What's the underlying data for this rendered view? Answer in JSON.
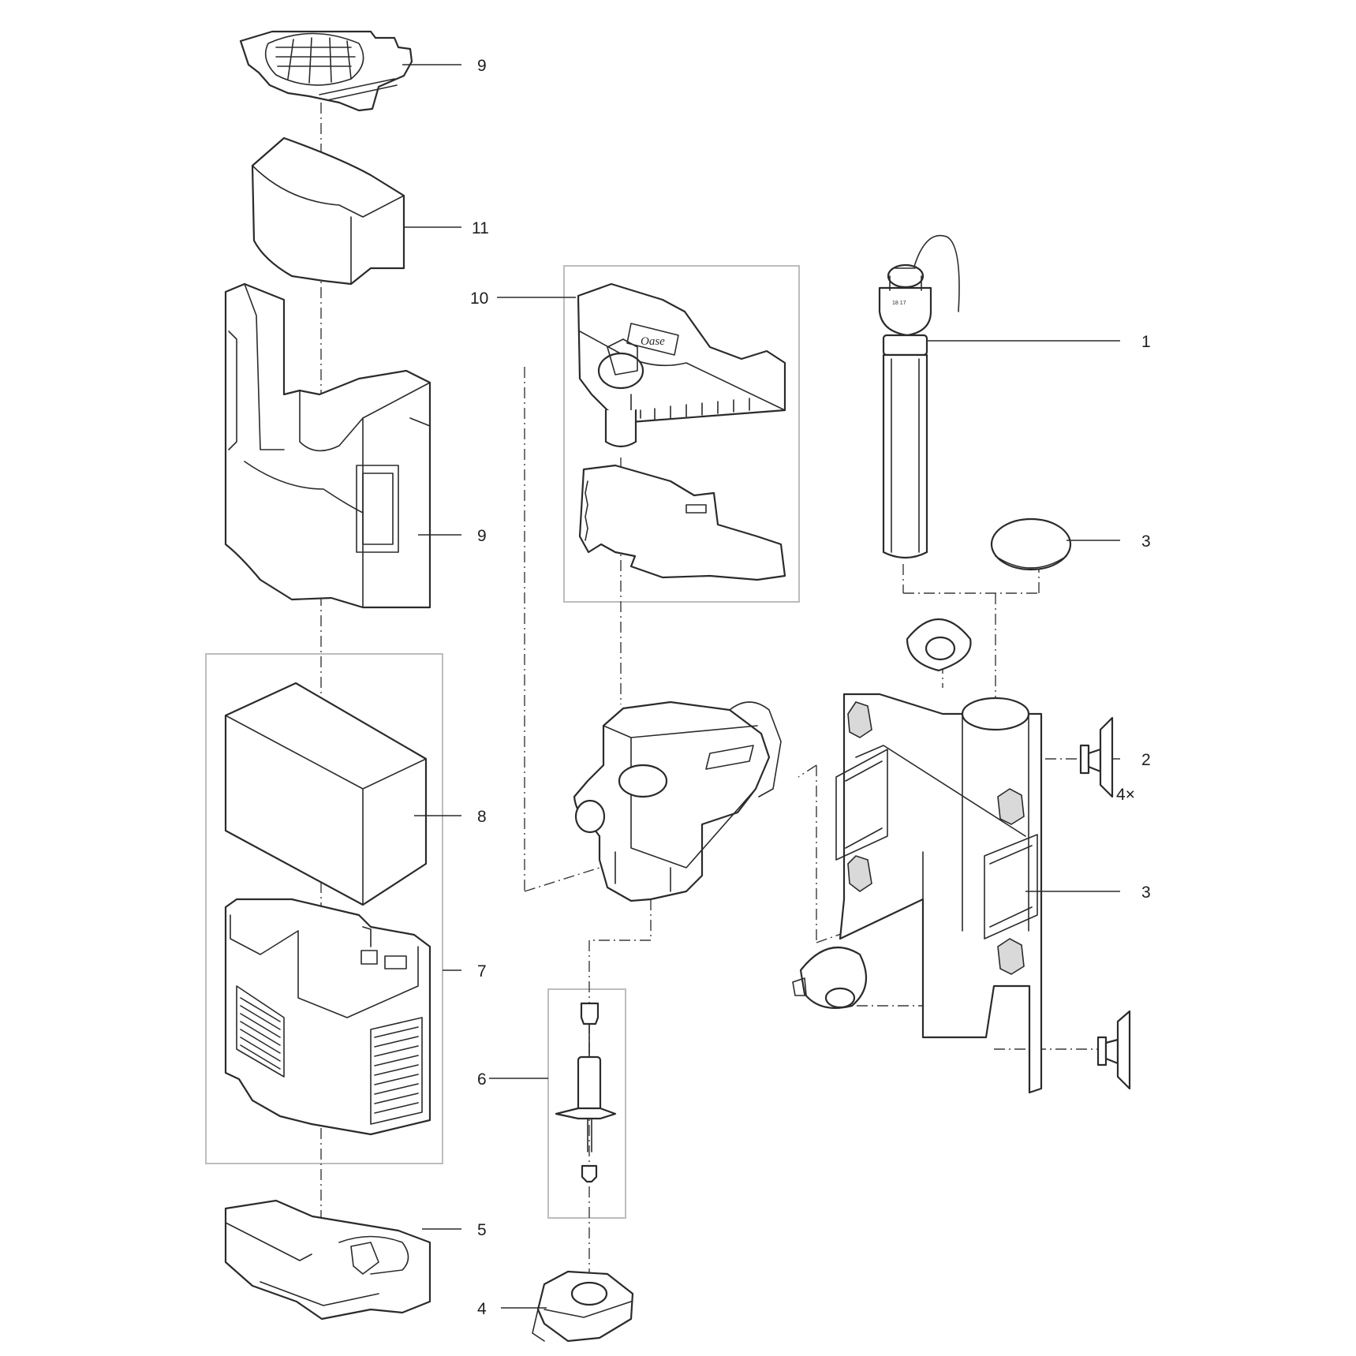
{
  "callouts": [
    {
      "id": "c9a",
      "text": "9"
    },
    {
      "id": "c11",
      "text": "11"
    },
    {
      "id": "c10",
      "text": "10"
    },
    {
      "id": "c1",
      "text": "1"
    },
    {
      "id": "c9b",
      "text": "9"
    },
    {
      "id": "c3a",
      "text": "3"
    },
    {
      "id": "c2",
      "text": "2"
    },
    {
      "id": "c4x",
      "text": "4×"
    },
    {
      "id": "c8",
      "text": "8"
    },
    {
      "id": "c3b",
      "text": "3"
    },
    {
      "id": "c7",
      "text": "7"
    },
    {
      "id": "c6",
      "text": "6"
    },
    {
      "id": "c5",
      "text": "5"
    },
    {
      "id": "c4",
      "text": "4"
    }
  ],
  "heater_scale": "18 17",
  "brand_mark": "Oase"
}
